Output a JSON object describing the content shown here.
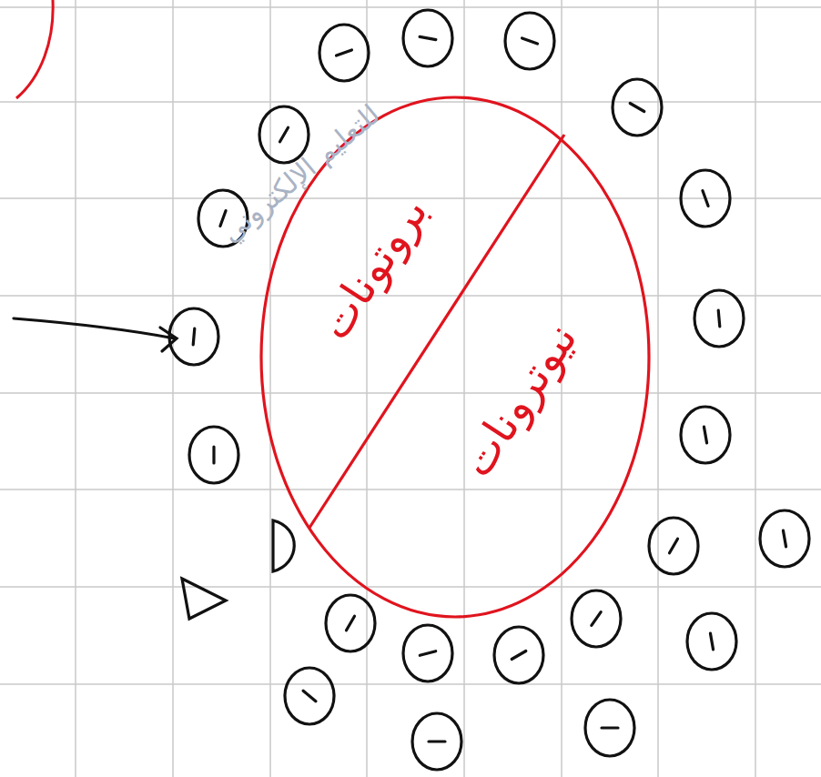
{
  "diagram": {
    "nodes": [
      {
        "text": [
          "بروتونات",
          "نيوترونات"
        ]
      }
    ],
    "labels": [
      "للتعليم الإلكتروني"
    ]
  }
}
